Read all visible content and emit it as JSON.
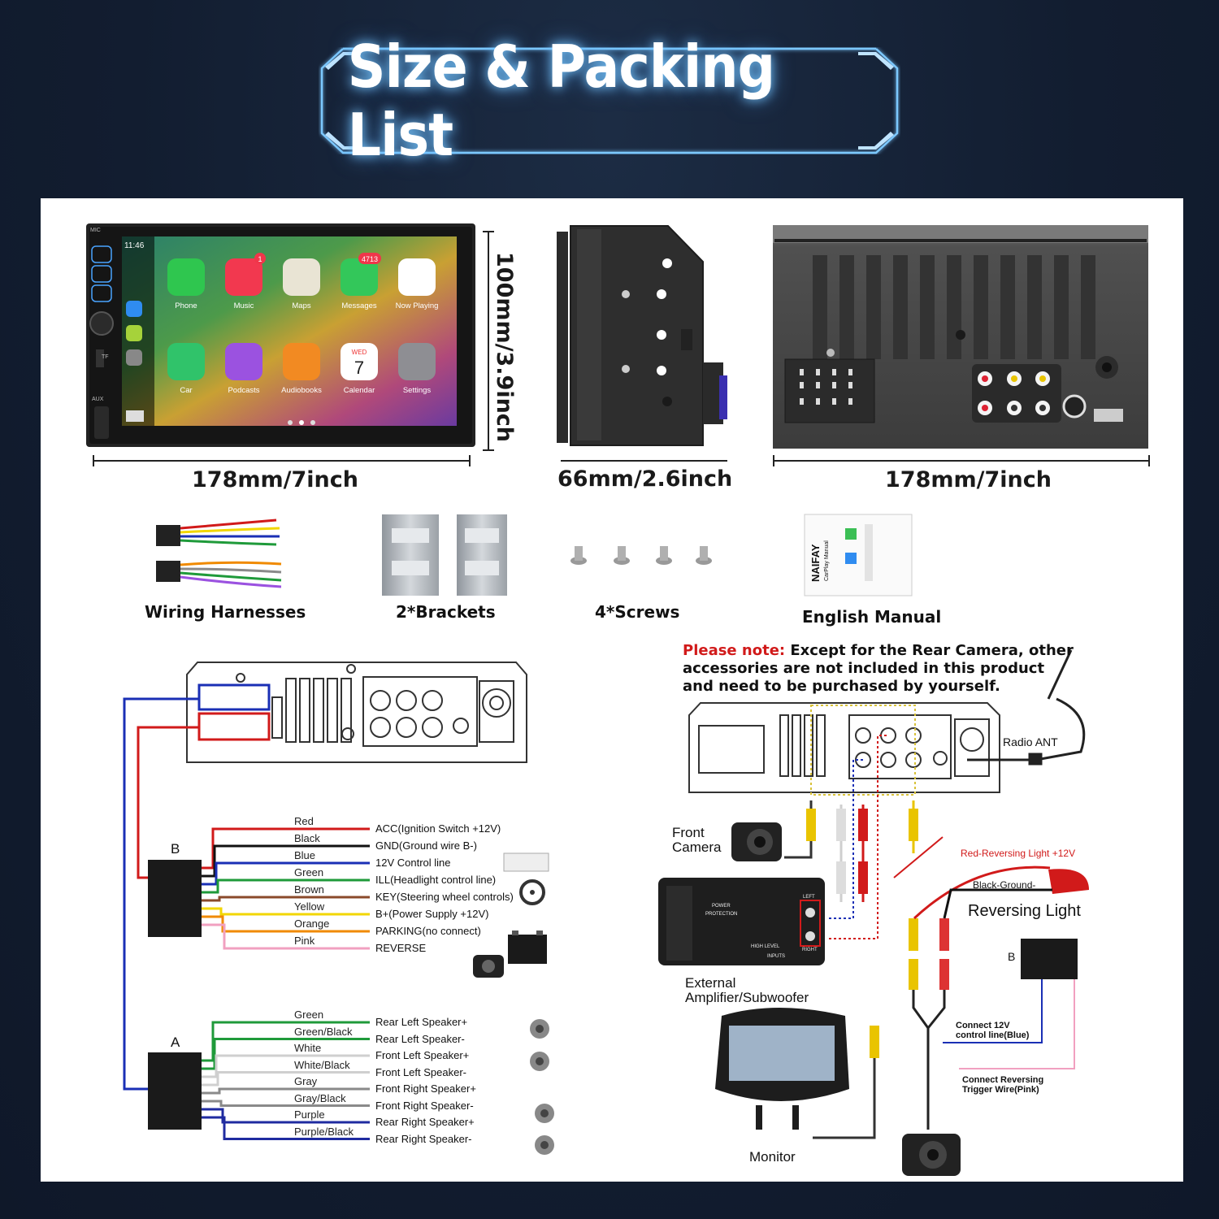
{
  "header": {
    "title": "Size & Packing List"
  },
  "dimensions": {
    "front_width": "178mm/7inch",
    "front_height": "100mm/3.9inch",
    "side_depth": "66mm/2.6inch",
    "back_width": "178mm/7inch"
  },
  "screen": {
    "time": "11:46",
    "side_labels": [
      "MIC",
      "TF",
      "AUX"
    ],
    "apps": [
      {
        "label": "Phone",
        "icon": "phone-icon",
        "color": "#2fc64f"
      },
      {
        "label": "Music",
        "icon": "music-icon",
        "color": "#f2384f",
        "badge": "1"
      },
      {
        "label": "Maps",
        "icon": "maps-icon",
        "color": "#e9e4d4"
      },
      {
        "label": "Messages",
        "icon": "messages-icon",
        "color": "#33c75a",
        "badge": "4713"
      },
      {
        "label": "Now Playing",
        "icon": "now-playing-icon",
        "color": "#ffffff"
      },
      {
        "label": "Car",
        "icon": "car-home-icon",
        "color": "#30c36a"
      },
      {
        "label": "Podcasts",
        "icon": "podcasts-icon",
        "color": "#9b52e0"
      },
      {
        "label": "Audiobooks",
        "icon": "audiobooks-icon",
        "color": "#f28a22"
      },
      {
        "label": "Calendar",
        "icon": "calendar-icon",
        "color": "#ffffff",
        "day": "WED",
        "date": "7"
      },
      {
        "label": "Settings",
        "icon": "settings-icon",
        "color": "#8e8e93"
      }
    ]
  },
  "accessories": [
    {
      "label": "Wiring Harnesses",
      "icon": "wiring-harness-icon"
    },
    {
      "label": "2*Brackets",
      "icon": "bracket-icon"
    },
    {
      "label": "4*Screws",
      "icon": "screw-icon"
    },
    {
      "label": "English Manual",
      "icon": "manual-icon",
      "brand": "NAIFAY",
      "subtitle": "CarPlay Manual"
    }
  ],
  "wiring": {
    "connector_b": "B",
    "connector_a": "A",
    "b_wires": [
      {
        "color_name": "Red",
        "desc": "ACC(Ignition Switch +12V)",
        "hex": "#d11a1a"
      },
      {
        "color_name": "Black",
        "desc": "GND(Ground wire B-)",
        "hex": "#111111"
      },
      {
        "color_name": "Blue",
        "desc": "12V Control line",
        "hex": "#1a2fb5"
      },
      {
        "color_name": "Green",
        "desc": "ILL(Headlight control line)",
        "hex": "#1f9a3a"
      },
      {
        "color_name": "Brown",
        "desc": "KEY(Steering wheel controls)",
        "hex": "#8a4a2a"
      },
      {
        "color_name": "Yellow",
        "desc": "B+(Power Supply +12V)",
        "hex": "#f2d600"
      },
      {
        "color_name": "Orange",
        "desc": "PARKING(no connect)",
        "hex": "#f08a00"
      },
      {
        "color_name": "Pink",
        "desc": "REVERSE",
        "hex": "#f1a0c0"
      }
    ],
    "a_wires": [
      {
        "color_name": "Green",
        "desc": "Rear Left Speaker+",
        "hex": "#1f9a3a"
      },
      {
        "color_name": "Green/Black",
        "desc": "Rear Left Speaker-",
        "hex": "#1f9a3a"
      },
      {
        "color_name": "White",
        "desc": "Front Left Speaker+",
        "hex": "#cfcfcf"
      },
      {
        "color_name": "White/Black",
        "desc": "Front Left Speaker-",
        "hex": "#cfcfcf"
      },
      {
        "color_name": "Gray",
        "desc": "Front Right Speaker+",
        "hex": "#8a8a8a"
      },
      {
        "color_name": "Gray/Black",
        "desc": "Front Right Speaker-",
        "hex": "#8a8a8a"
      },
      {
        "color_name": "Purple",
        "desc": "Rear Right Speaker+",
        "hex": "#1f2ba0"
      },
      {
        "color_name": "Purple/Black",
        "desc": "Rear Right Speaker-",
        "hex": "#1f2ba0"
      }
    ]
  },
  "connections": {
    "note_prefix": "Please note:",
    "note_lines": [
      "Except for the Rear Camera, other",
      "accessories are not included in this product",
      "and need to be purchased by yourself."
    ],
    "radio_ant": "Radio ANT",
    "front_camera": [
      "Front",
      "Camera"
    ],
    "amplifier": [
      "External",
      "Amplifier/Subwoofer"
    ],
    "amp_panel": {
      "power": "POWER",
      "protection": "PROTECTION",
      "high_level": "HIGH LEVEL",
      "inputs": "INPUTS",
      "left": "LEFT",
      "right": "RIGHT"
    },
    "monitor": "Monitor",
    "red_reversing": "Red-Reversing Light +12V",
    "black_ground": "Black-Ground-",
    "reversing_light": "Reversing Light",
    "b_label": "B",
    "connect_12v": [
      "Connect 12V",
      "control line(Blue)"
    ],
    "connect_reversing": [
      "Connect Reversing",
      "Trigger Wire(Pink)"
    ]
  },
  "colors": {
    "accent_red": "#d11a1a",
    "glow": "#7cc8ff",
    "background": "#13223a"
  }
}
